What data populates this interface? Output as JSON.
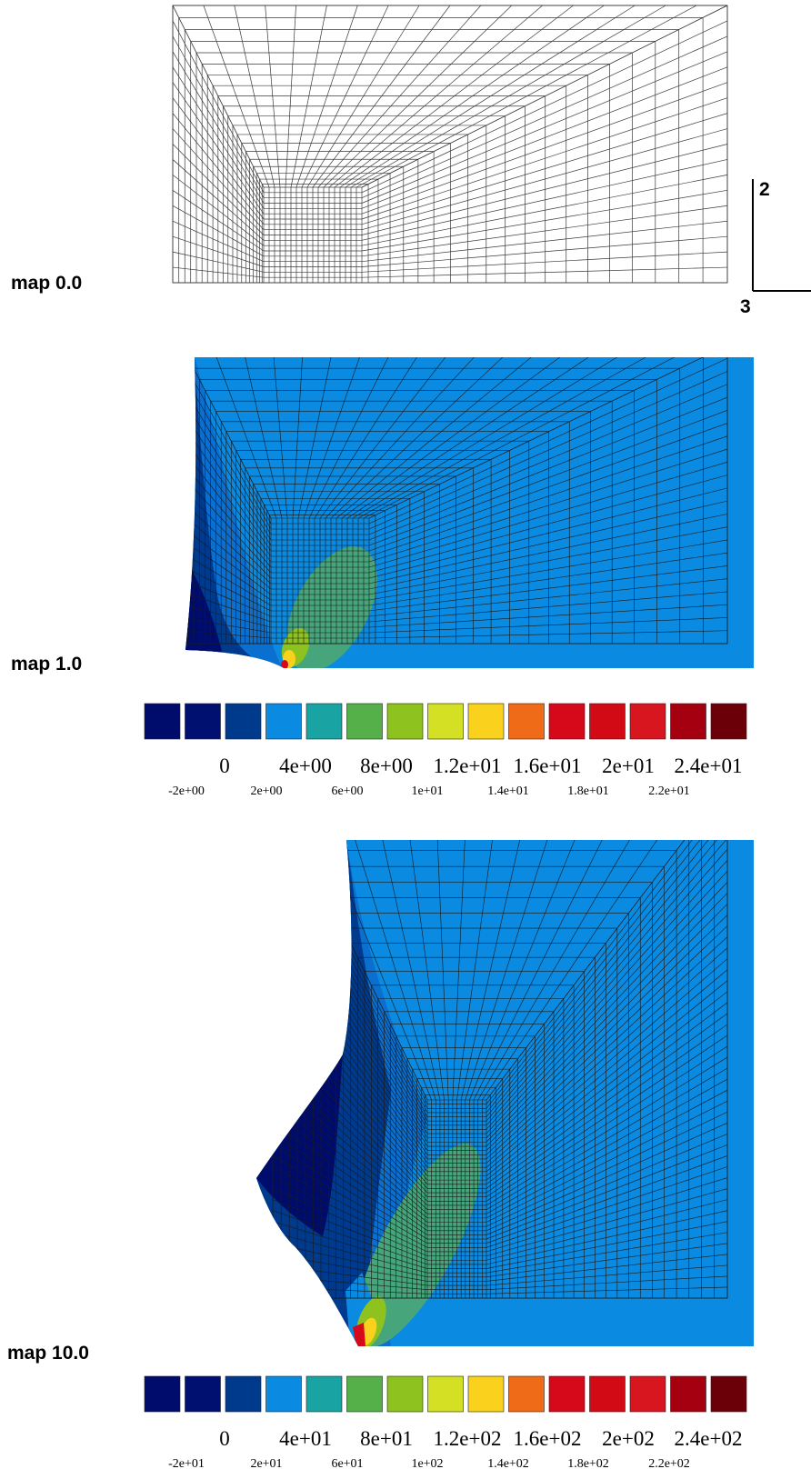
{
  "panels": [
    {
      "label": "map 0.0"
    },
    {
      "label": "map 1.0"
    },
    {
      "label": "map 10.0"
    }
  ],
  "axes": {
    "vertical_label": "2",
    "horizontal_label": "3"
  },
  "colorbars": [
    {
      "swatches": [
        "#000c6b",
        "#001070",
        "#003a8c",
        "#0a8ae0",
        "#19a3a3",
        "#55b04a",
        "#8ec31f",
        "#d4e023",
        "#fad21e",
        "#ef6b17",
        "#d6091a",
        "#d10a15",
        "#d81620",
        "#a5000f",
        "#6b0008"
      ],
      "major_ticks": [
        "0",
        "4e+00",
        "8e+00",
        "1.2e+01",
        "1.6e+01",
        "2e+01",
        "2.4e+01"
      ],
      "minor_ticks": [
        "-2e+00",
        "2e+00",
        "6e+00",
        "1e+01",
        "1.4e+01",
        "1.8e+01",
        "2.2e+01"
      ]
    },
    {
      "swatches": [
        "#000c6b",
        "#001070",
        "#003a8c",
        "#0a8ae0",
        "#19a3a3",
        "#55b04a",
        "#8ec31f",
        "#d4e023",
        "#fad21e",
        "#ef6b17",
        "#d6091a",
        "#d10a15",
        "#d81620",
        "#a5000f",
        "#6b0008"
      ],
      "major_ticks": [
        "0",
        "4e+01",
        "8e+01",
        "1.2e+02",
        "1.6e+02",
        "2e+02",
        "2.4e+02"
      ],
      "minor_ticks": [
        "-2e+01",
        "2e+01",
        "6e+01",
        "1e+02",
        "1.4e+02",
        "1.8e+02",
        "2.2e+02"
      ]
    }
  ],
  "colors": {
    "background_field": "#0a8ae0",
    "mesh_line": "#1a1a1a"
  }
}
